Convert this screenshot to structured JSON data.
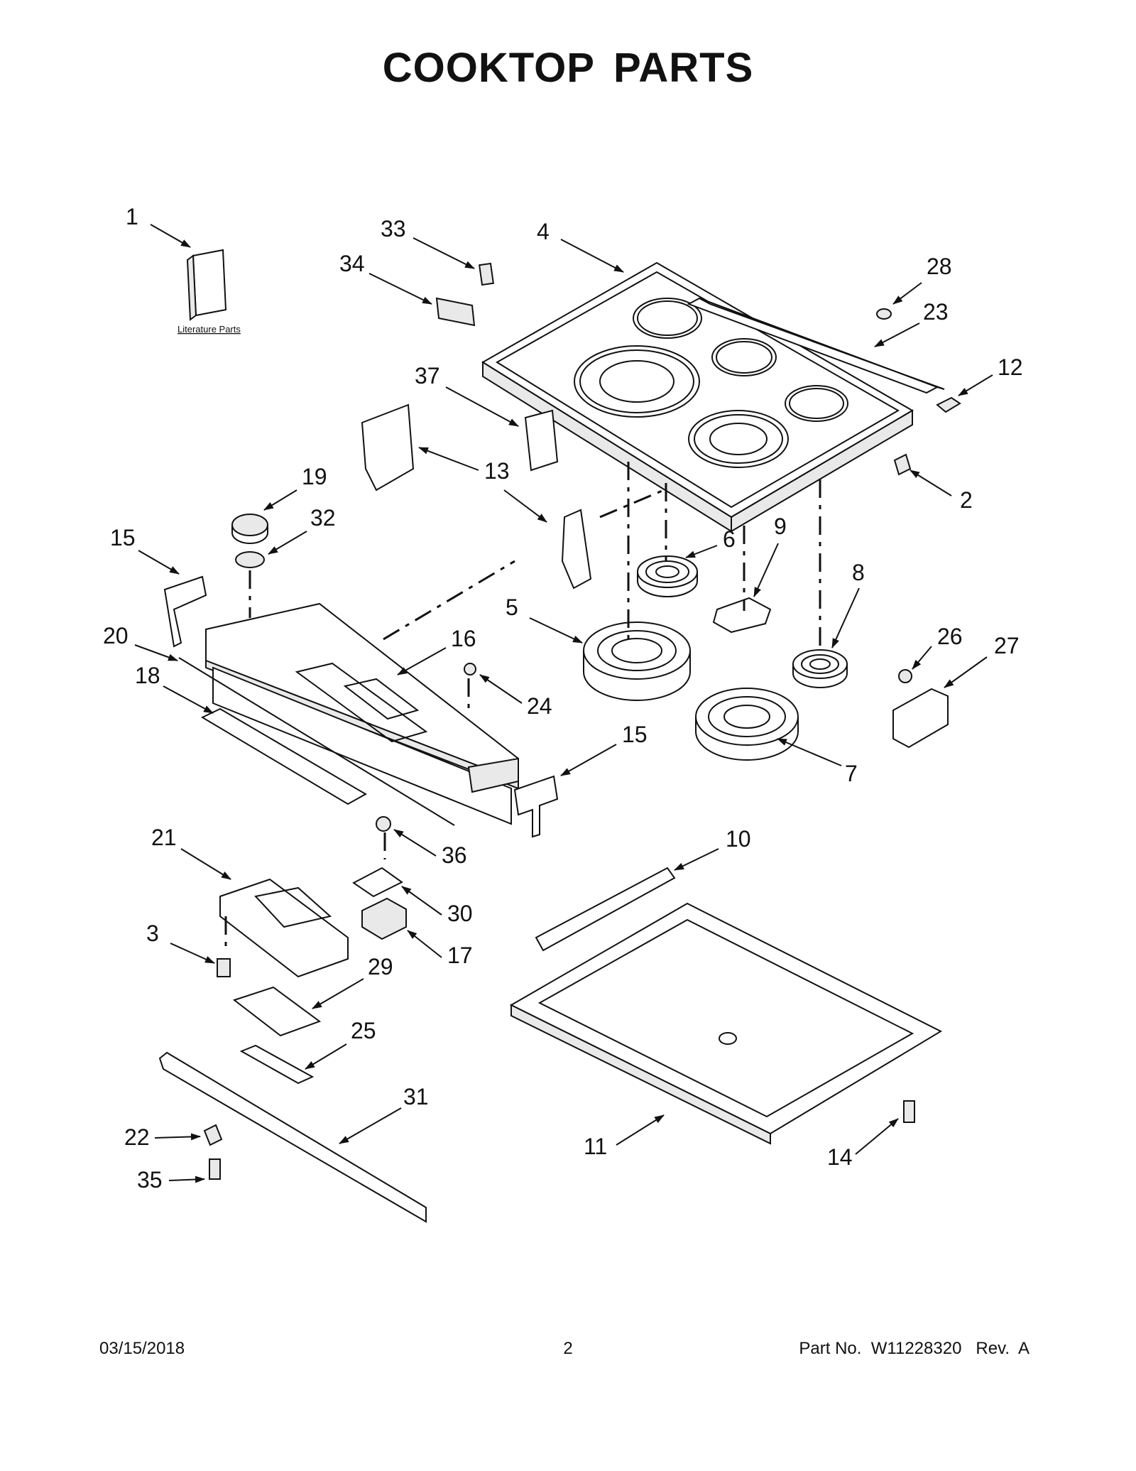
{
  "title": "COOKTOP PARTS",
  "literature_label": "Literature Parts",
  "callouts": [
    "1",
    "2",
    "3",
    "4",
    "5",
    "6",
    "7",
    "8",
    "9",
    "10",
    "11",
    "12",
    "13",
    "13",
    "14",
    "15",
    "15",
    "16",
    "17",
    "18",
    "19",
    "20",
    "21",
    "22",
    "23",
    "24",
    "25",
    "26",
    "27",
    "28",
    "29",
    "30",
    "31",
    "32",
    "33",
    "34",
    "35",
    "36",
    "37"
  ],
  "footer": {
    "date": "03/15/2018",
    "page": "2",
    "part_no": "Part No.  W11228320   Rev.  A"
  }
}
